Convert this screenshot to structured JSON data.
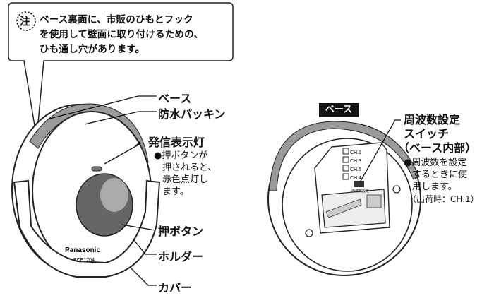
{
  "note": {
    "icon": "注",
    "lines": [
      "ベース裏面に、市販のひもとフック",
      "を使用して壁面に取り付けるための、",
      "ひも通し穴があります。"
    ]
  },
  "left": {
    "labels": {
      "base": "ベース",
      "packing": "防水パッキン",
      "lamp": "発信表示灯",
      "button": "押ボタン",
      "holder": "ホルダー",
      "cover": "カバー"
    },
    "lamp_desc": [
      "●押ボタンが",
      "押されると、",
      "赤色点灯し",
      "ます。"
    ],
    "brand": "Panasonic",
    "model": "ECE1704"
  },
  "right": {
    "tag": "ベース",
    "switch_title": [
      "周波数設定",
      "スイッチ",
      "（ベース内部）"
    ],
    "switch_desc": [
      "●周波数を設定",
      "するときに使",
      "用します。",
      "（出荷時：CH.1）"
    ],
    "ch_labels": [
      "CH.1",
      "CH.3",
      "CH.5",
      "CH.4"
    ],
    "switch_label": "周波数設定"
  }
}
